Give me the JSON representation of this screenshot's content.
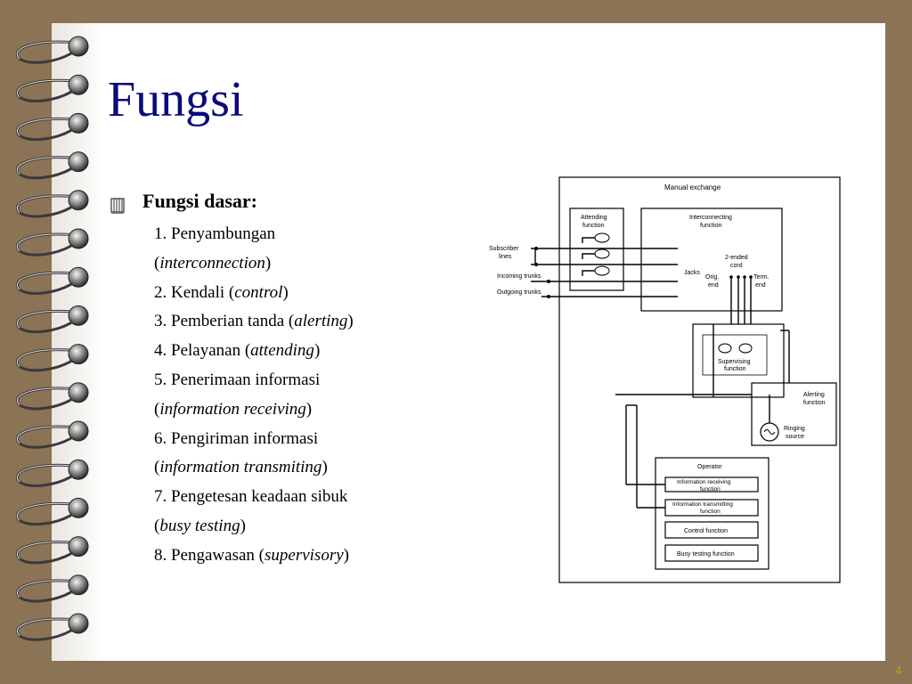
{
  "slide": {
    "title": "Fungsi",
    "page_number": "4",
    "bullet": "Fungsi dasar:",
    "items": [
      {
        "plain": "1. Penyambungan",
        "italic": ""
      },
      {
        "plain": "(",
        "italic": "interconnection",
        "suffix": ")"
      },
      {
        "plain": "2. Kendali (",
        "italic": "control",
        "suffix": ")"
      },
      {
        "plain": "3. Pemberian tanda (",
        "italic": "alerting",
        "suffix": ")"
      },
      {
        "plain": "4. Pelayanan (",
        "italic": "attending",
        "suffix": ")"
      },
      {
        "plain": "5. Penerimaan informasi",
        "italic": ""
      },
      {
        "plain": "(",
        "italic": "information receiving",
        "suffix": ")"
      },
      {
        "plain": "6. Pengiriman informasi",
        "italic": ""
      },
      {
        "plain": "(",
        "italic": "information transmiting",
        "suffix": ")"
      },
      {
        "plain": "7. Pengetesan keadaan sibuk",
        "italic": ""
      },
      {
        "plain": "(",
        "italic": "busy testing",
        "suffix": ")"
      },
      {
        "plain": "8. Pengawasan (",
        "italic": "supervisory",
        "suffix": ")"
      }
    ]
  },
  "diagram": {
    "manual_exchange": "Manual exchange",
    "attending_1": "Attending",
    "attending_2": "function",
    "interconnecting_1": "Interconnecting",
    "interconnecting_2": "function",
    "subscriber_1": "Subscriber",
    "subscriber_2": "lines",
    "incoming": "Incoming trunks",
    "outgoing": "Outgoing trunks",
    "jacks": "Jacks",
    "cord_1": "2-ended",
    "cord_2": "cord",
    "orig_1": "Orig.",
    "orig_2": "end",
    "term_1": "Term.",
    "term_2": "end",
    "supervising_1": "Supervising",
    "supervising_2": "function",
    "alerting_1": "Alerting",
    "alerting_2": "function",
    "ringing_1": "Ringing",
    "ringing_2": "source",
    "operator": "Operator",
    "info_recv_1": "Information receiving",
    "info_recv_2": "function",
    "info_trans_1": "Information transmitting",
    "info_trans_2": "function",
    "control": "Control function",
    "busy": "Busy testing function"
  },
  "colors": {
    "background": "#8b7355",
    "title": "#0a0a7a",
    "page_number": "#c8a000"
  }
}
